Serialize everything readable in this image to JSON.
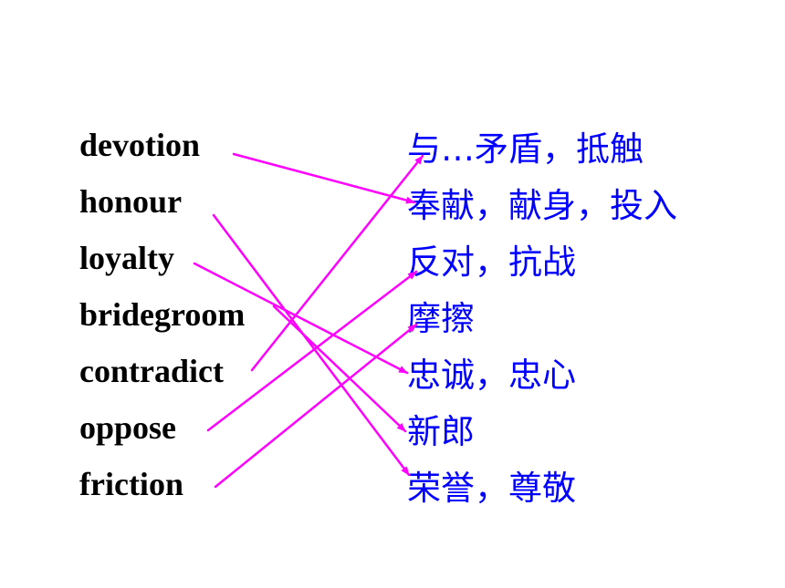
{
  "colors": {
    "english_text": "#000000",
    "chinese_text": "#0000ff",
    "connector_line": "#ff00ff"
  },
  "english_words": [
    "devotion",
    "honour",
    "loyalty",
    "bridegroom",
    "contradict",
    "oppose",
    "friction"
  ],
  "chinese_meanings": [
    "与…矛盾，抵触",
    "奉献，献身，投入",
    "反对，抗战",
    "摩擦",
    "忠诚，忠心",
    "新郎",
    "荣誉，尊敬"
  ],
  "matches": [
    {
      "word": "devotion",
      "meaning": "奉献，献身，投入"
    },
    {
      "word": "honour",
      "meaning": "荣誉，尊敬"
    },
    {
      "word": "loyalty",
      "meaning": "忠诚，忠心"
    },
    {
      "word": "bridegroom",
      "meaning": "新郎"
    },
    {
      "word": "contradict",
      "meaning": "与…矛盾，抵触"
    },
    {
      "word": "oppose",
      "meaning": "反对，抗战"
    },
    {
      "word": "friction",
      "meaning": "摩擦"
    }
  ]
}
